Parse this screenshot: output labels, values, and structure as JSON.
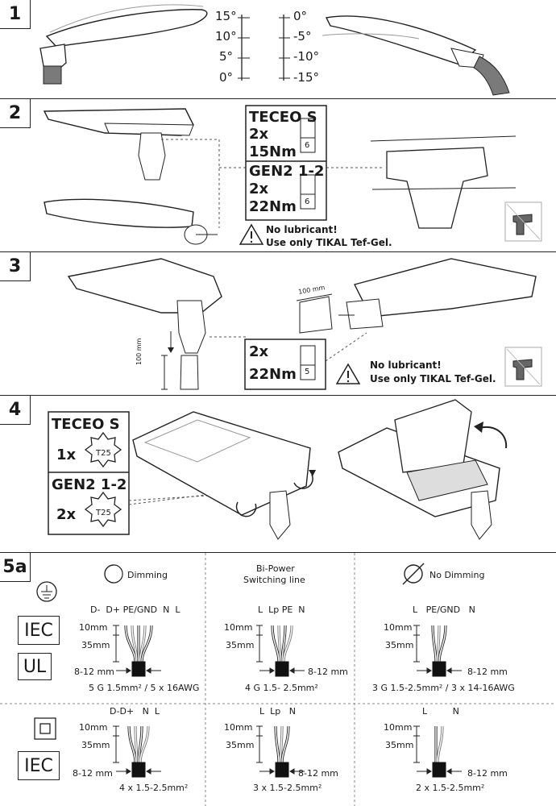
{
  "steps": {
    "s1": "1",
    "s2": "2",
    "s3": "3",
    "s4": "4",
    "s5a": "5a"
  },
  "tilt": {
    "left_angles": [
      "15°",
      "10°",
      "5°",
      "0°"
    ],
    "right_angles": [
      "0°",
      "-5°",
      "-10°",
      "-15°"
    ]
  },
  "step2": {
    "model_a": "TECEO S",
    "qty_a": "2x",
    "torque_a": "15Nm",
    "tool_a": "6",
    "model_b": "GEN2 1-2",
    "qty_b": "2x",
    "torque_b": "22Nm",
    "tool_b": "6",
    "warning_line1": "No lubricant!",
    "warning_line2": "Use only TIKAL Tef-Gel."
  },
  "step3": {
    "dim_vertical": "100 mm",
    "dim_horizontal": "100 mm",
    "qty": "2x",
    "torque": "22Nm",
    "tool": "5",
    "warning_line1": "No lubricant!",
    "warning_line2": "Use only TIKAL Tef-Gel."
  },
  "step4": {
    "model_a": "TECEO S",
    "qty_a": "1x",
    "tool_a": "T25",
    "model_b": "GEN2 1-2",
    "qty_b": "2x",
    "tool_b": "T25"
  },
  "step5a": {
    "col1_header": "Dimming",
    "col2_header_line1": "Bi-Power",
    "col2_header_line2": "Switching line",
    "col3_header": "No Dimming",
    "iec": "IEC",
    "ul": "UL",
    "iec2": "IEC",
    "dim_10": "10mm",
    "dim_35": "35mm",
    "dim_812": "8-12 mm",
    "row1": {
      "c1_wires": "D-  D+ PE/GND  N  L",
      "c1_spec": "5 G 1.5mm² / 5 x 16AWG",
      "c2_wires": "L  Lp PE  N",
      "c2_spec": "4 G 1.5- 2.5mm²",
      "c3_wires": "L   PE/GND   N",
      "c3_spec": "3 G 1.5-2.5mm² / 3 x 14-16AWG"
    },
    "row2": {
      "c1_wires": "D-D+   N  L",
      "c1_spec": "4 x 1.5-2.5mm²",
      "c2_wires": "L  Lp   N",
      "c2_spec": "3 x 1.5-2.5mm²",
      "c3_wires": "L         N",
      "c3_spec": "2 x 1.5-2.5mm²"
    }
  }
}
